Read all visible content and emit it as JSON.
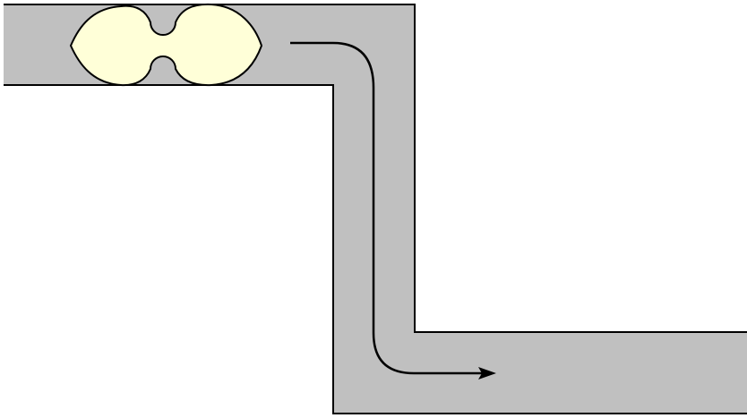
{
  "diagram": {
    "colors": {
      "background": "#ffffff",
      "channel_fill": "#c0c0c0",
      "channel_stroke": "#000000",
      "particle_fill": "#ffffd8",
      "particle_stroke": "#000000",
      "flow_arrow": "#000000"
    },
    "elements": [
      {
        "name": "channel",
        "description_shape": "stepped pipe"
      },
      {
        "name": "particle",
        "description_shape": "peanut-shaped body"
      },
      {
        "name": "flow-arrow",
        "description_shape": "curved arrow"
      }
    ]
  }
}
